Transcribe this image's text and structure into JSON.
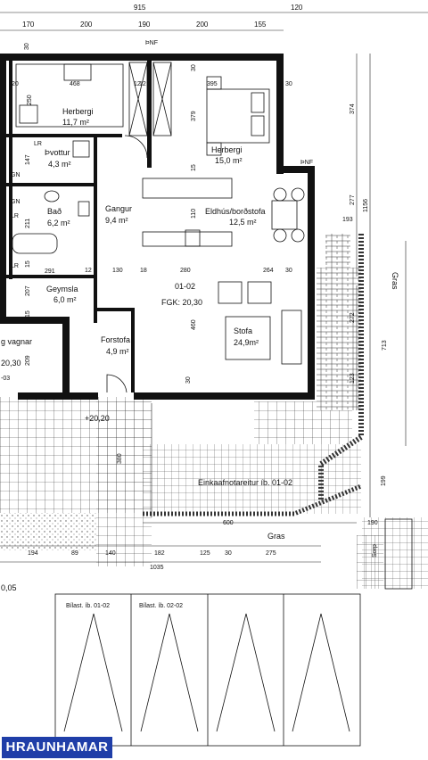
{
  "rooms": [
    {
      "name": "Herbergi",
      "area": "11,7 m²"
    },
    {
      "name": "Herbergi",
      "area": "15,0 m²"
    },
    {
      "name": "Þvottur",
      "area": "4,3 m²"
    },
    {
      "name": "Bað",
      "area": "6,2 m²"
    },
    {
      "name": "Gangur",
      "area": "9,4 m²"
    },
    {
      "name": "Eldhús/borðstofa",
      "area": "12,5 m²"
    },
    {
      "name": "Geymsla",
      "area": "6,0 m²"
    },
    {
      "name": "Forstofa",
      "area": "4,9 m²"
    },
    {
      "name": "Stofa",
      "area": "24,9m²"
    }
  ],
  "unit": {
    "id": "01-02",
    "fgk": "FGK: 20,30"
  },
  "neighbor": {
    "label": "g vagnar",
    "fgk": "20,30",
    "id": "-03"
  },
  "elevation": "+20,20",
  "elevation_b": "0,05",
  "patio": "Einkaafnotareitur íb. 01-02",
  "grass": [
    "Gras",
    "Gras"
  ],
  "store": "Sorp",
  "parking": [
    "Bílast. íb. 01-02",
    "Bílast. íb. 02-02"
  ],
  "markers": [
    "ÞNF",
    "ÞNF"
  ],
  "fixtures": [
    "LR",
    "LR",
    "LR",
    "GN",
    "GN"
  ],
  "dims_top": [
    "915",
    "120",
    "170",
    "200",
    "190",
    "200",
    "155"
  ],
  "dims_inner": [
    "468",
    "395",
    "20",
    "30",
    "12",
    "30",
    "12",
    "30",
    "30",
    "12",
    "130",
    "18",
    "280",
    "264",
    "30"
  ],
  "dims_vertical": [
    "250",
    "147",
    "211",
    "15",
    "379",
    "15",
    "110",
    "207",
    "15",
    "460",
    "30",
    "374",
    "277",
    "1156",
    "193",
    "272",
    "713",
    "123",
    "209",
    "380",
    "199"
  ],
  "dims_row": [
    "291"
  ],
  "dims_bottom": [
    "194",
    "89",
    "140",
    "182",
    "125",
    "30",
    "275",
    "1035",
    "600",
    "190"
  ],
  "brand": "HRAUNHAMAR"
}
